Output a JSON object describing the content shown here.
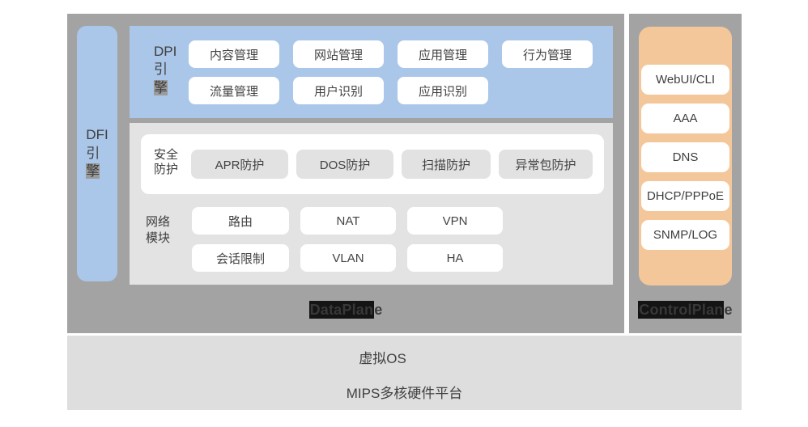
{
  "colors": {
    "plane_bg": "#a3a3a3",
    "engine_blue": "#aac6e8",
    "inner_gray": "#e3e3e3",
    "module_gray": "#e2e2e2",
    "control_orange": "#f3c79a",
    "platform_bg": "#dedede",
    "char_highlight": "#9b9b9b",
    "caption_highlight": "#141414"
  },
  "data_plane": {
    "caption": {
      "highlighted": "DataPlan",
      "rest": "e"
    },
    "dfi_engine": {
      "line1": "DFI",
      "line2": "引",
      "line3": "擎"
    },
    "dpi_engine": {
      "label": {
        "line1": "DPI",
        "line2": "引",
        "line3": "擎"
      },
      "row1": [
        "内容管理",
        "网站管理",
        "应用管理",
        "行为管理"
      ],
      "row2": [
        "流量管理",
        "用户识别",
        "应用识别"
      ]
    },
    "security": {
      "label": {
        "line1": "安全",
        "line2": "防护"
      },
      "items": [
        "APR防护",
        "DOS防护",
        "扫描防护",
        "异常包防护"
      ]
    },
    "network": {
      "label": {
        "line1": "网络",
        "line2": "模块"
      },
      "row1": [
        "路由",
        "NAT",
        "VPN"
      ],
      "row2": [
        "会话限制",
        "VLAN",
        "HA"
      ]
    }
  },
  "control_plane": {
    "caption": {
      "highlighted": "ControlPlan",
      "rest": "e"
    },
    "items": [
      "WebUI/CLI",
      "AAA",
      "DNS",
      "DHCP/PPPoE",
      "SNMP/LOG"
    ]
  },
  "platform": {
    "virtual_os": "虚拟OS",
    "hardware": "MIPS多核硬件平台"
  }
}
